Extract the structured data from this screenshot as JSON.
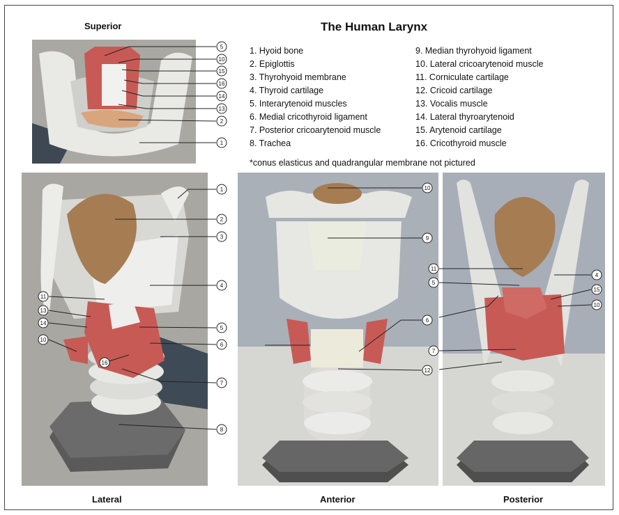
{
  "title": "The Human Larynx",
  "views": {
    "superior": "Superior",
    "lateral": "Lateral",
    "anterior": "Anterior",
    "posterior": "Posterior"
  },
  "legend_left": [
    "1. Hyoid bone",
    "2. Epiglottis",
    "3. Thyrohyoid membrane",
    "4. Thyroid cartilage",
    "5. Interarytenoid muscles",
    "6. Medial cricothyroid ligament",
    "7. Posterior cricoarytenoid muscle",
    "8. Trachea"
  ],
  "legend_right": [
    "9. Median thyrohyoid ligament",
    "10. Lateral cricoarytenoid muscle",
    "11. Corniculate cartilage",
    "12. Cricoid cartilage",
    "13. Vocalis muscle",
    "14. Lateral thyroarytenoid",
    "15. Arytenoid cartilage",
    "16. Cricothyroid muscle"
  ],
  "note": "*conus elasticus and quadrangular membrane not pictured",
  "callouts": {
    "superior": [
      "5",
      "10",
      "15",
      "16",
      "14",
      "13",
      "2",
      "1"
    ],
    "lateral_right": [
      "1",
      "2",
      "3",
      "4",
      "5",
      "6",
      "7",
      "8"
    ],
    "lateral_left": [
      "11",
      "13",
      "14",
      "10",
      "16"
    ],
    "anterior": [
      "10",
      "9",
      "6",
      "12"
    ],
    "posterior": [
      "11",
      "5",
      "4",
      "15",
      "10",
      "7"
    ]
  },
  "colors": {
    "cartilage": "#e8e8e6",
    "epiglottis": "#a67c52",
    "muscle": "#c85a55",
    "background_panel": "#a9a7a2",
    "base": "#555555"
  }
}
